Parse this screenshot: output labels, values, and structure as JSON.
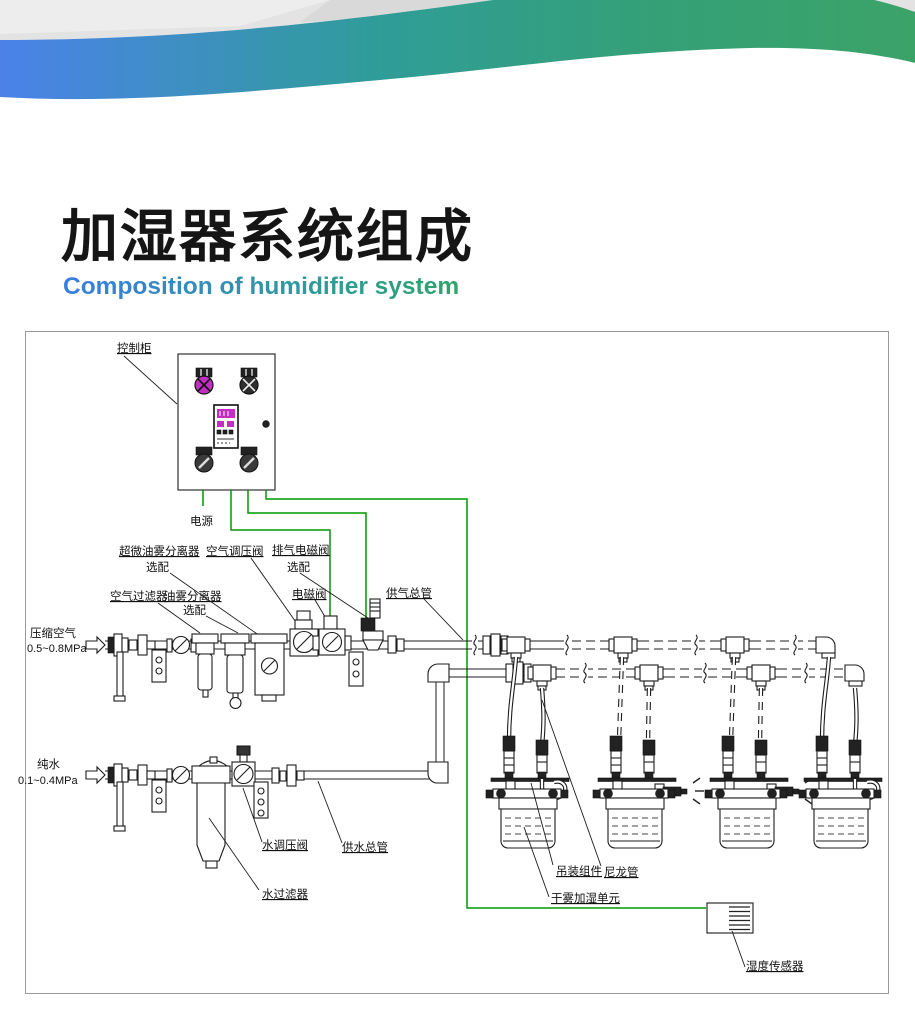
{
  "page": {
    "title": "加湿器系统组成",
    "subtitle": "Composition of humidifier system"
  },
  "colors": {
    "ribbon_blue": "#4b82ea",
    "ribbon_teal": "#2f9d97",
    "ribbon_green": "#3ba368",
    "wire_green": "#009900",
    "lamp_magenta": "#c12fc1",
    "diagram_border": "#9a9a9a"
  },
  "diagram": {
    "labels": {
      "control_cabinet": "控制柜",
      "power": "电源",
      "ultra_fine_oil_separator": "超微油雾分离器",
      "optional": "选配",
      "air_regulator_valve": "空气调压阀",
      "exhaust_solenoid_valve": "排气电磁阀",
      "air_filter": "空气过滤器",
      "oil_mist_separator": "油雾分离器",
      "solenoid_valve": "电磁阀",
      "air_supply_header": "供气总管",
      "compressed_air": "压缩空气",
      "compressed_air_pressure": "0.5~0.8MPa",
      "pure_water": "纯水",
      "pure_water_pressure": "0.1~0.4MPa",
      "water_regulator_valve": "水调压阀",
      "water_supply_header": "供水总管",
      "water_filter": "水过滤器",
      "hanging_assembly": "吊装组件",
      "nylon_tube": "尼龙管",
      "dry_fog_unit": "干雾加湿单元",
      "humidity_sensor": "湿度传感器"
    }
  }
}
